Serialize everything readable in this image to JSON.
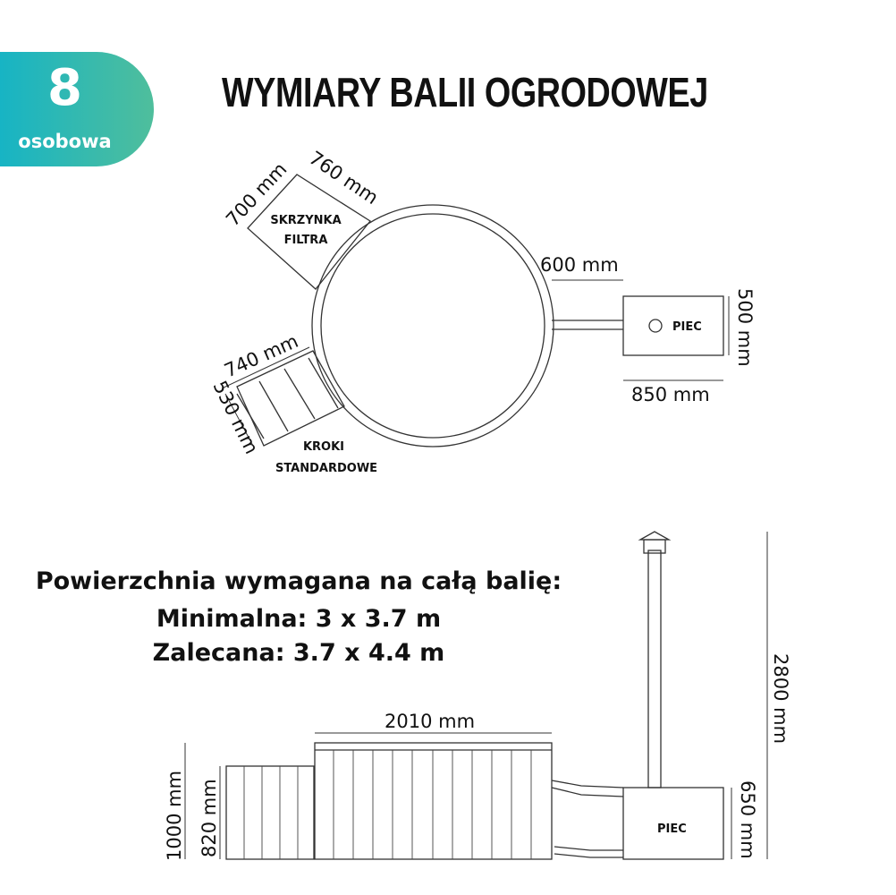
{
  "badge": {
    "number": "8",
    "label": "osobowa"
  },
  "title": "WYMIARY BALII OGRODOWEJ",
  "top_view": {
    "filter_box": {
      "label_line1": "SKRZYNKA",
      "label_line2": "FILTRA",
      "dim_a": "700 mm",
      "dim_b": "760 mm"
    },
    "stove": {
      "label": "PIEC",
      "distance": "600 mm",
      "height": "500 mm",
      "width": "850 mm"
    },
    "steps": {
      "label_line1": "KROKI",
      "label_line2": "STANDARDOWE",
      "dim_a": "740 mm",
      "dim_b": "530 mm"
    }
  },
  "area": {
    "heading": "Powierzchnia wymagana na całą balię:",
    "minimal": "Minimalna: 3 x 3.7 m",
    "recommended": "Zalecana: 3.7 x 4.4 m"
  },
  "side_view": {
    "tub_width": "2010 mm",
    "tub_height": "1000 mm",
    "steps_height": "820 mm",
    "stove_label": "PIEC",
    "stove_height": "650 mm",
    "chimney_height": "2800 mm"
  },
  "colors": {
    "badge_start": "#17b4c4",
    "badge_end": "#4fbe9c",
    "lines": "#333333"
  }
}
